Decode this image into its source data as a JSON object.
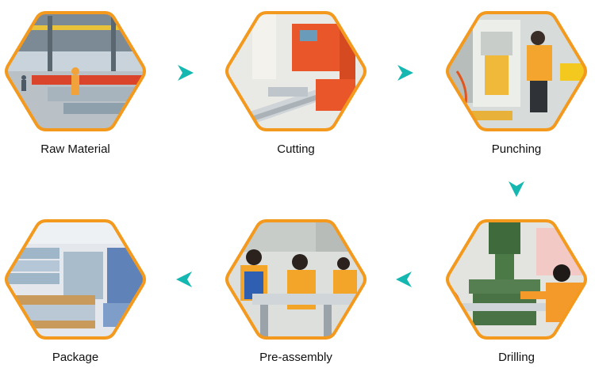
{
  "steps": [
    {
      "label": "Raw Material"
    },
    {
      "label": "Cutting"
    },
    {
      "label": "Punching"
    },
    {
      "label": "Drilling"
    },
    {
      "label": "Pre-assembly"
    },
    {
      "label": "Package"
    }
  ],
  "colors": {
    "hex_border": "#f39a1e",
    "arrow": "#14b8b0",
    "label_text": "#111111"
  },
  "arrow_icon": "chevron-arrow-icon"
}
